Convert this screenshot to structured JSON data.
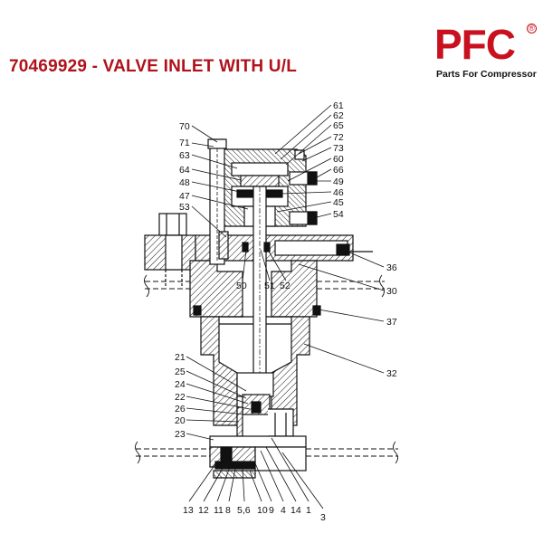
{
  "title": "70469929 - VALVE INLET WITH U/L",
  "logo": {
    "mark": "PFC",
    "registered": "®",
    "tagline": "Parts For Compressor",
    "color": "#c8101e"
  },
  "title_color": "#b0121b",
  "callouts": {
    "left": [
      "70",
      "71",
      "63",
      "64",
      "48",
      "47",
      "53",
      "21",
      "25",
      "24",
      "22",
      "26",
      "20",
      "23"
    ],
    "right": [
      "61",
      "62",
      "65",
      "72",
      "73",
      "60",
      "66",
      "49",
      "46",
      "45",
      "54",
      "36",
      "30",
      "37",
      "32"
    ],
    "inner": [
      "50",
      "51",
      "52"
    ],
    "bottom": [
      "13",
      "12",
      "11",
      "8",
      "5,6",
      "10",
      "9",
      "4",
      "14",
      "1",
      "3"
    ]
  }
}
